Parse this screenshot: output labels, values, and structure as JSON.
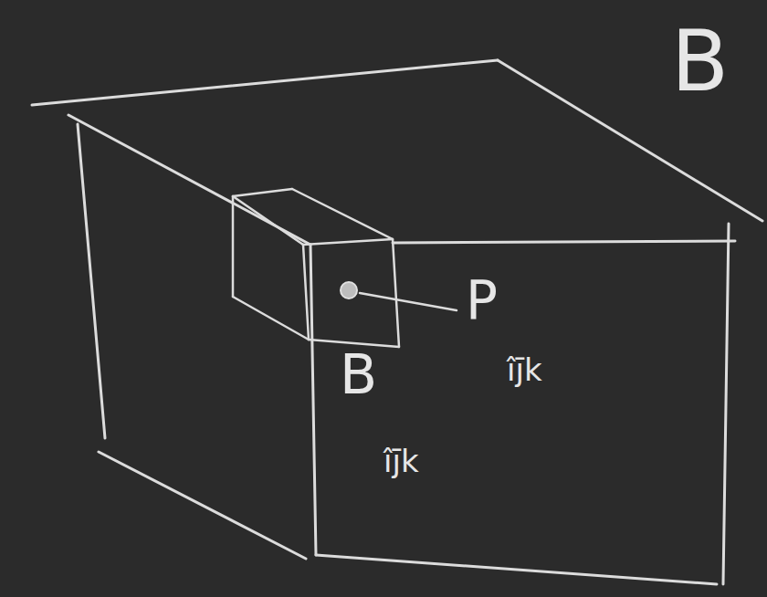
{
  "diagram": {
    "labels": [
      "B",
      "P",
      "îj̄k",
      "B",
      "îj̄k"
    ]
  }
}
